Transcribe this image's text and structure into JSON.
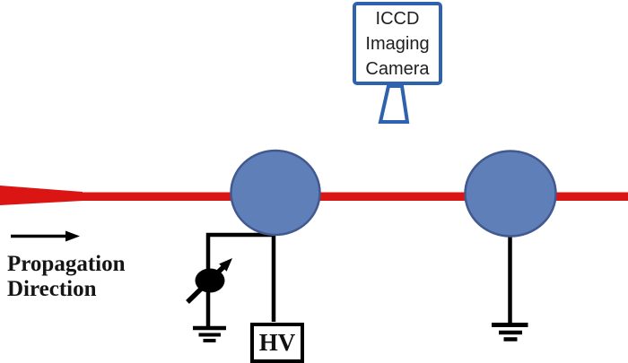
{
  "diagram": {
    "camera": {
      "label_line1": "ICCD",
      "label_line2": "Imaging",
      "label_line3": "Camera"
    },
    "hv": {
      "label": "HV"
    },
    "propagation": {
      "label_line1": "Propagation",
      "label_line2": "Direction"
    }
  },
  "icons": {
    "laser_beam": "red horizontal beam with tapered focus cone at left",
    "electrode_sphere": "blue filled circle on beam axis",
    "ground_symbol": "three stacked horizontal bars of decreasing width",
    "current_monitor": "filled black circle with diagonal arrow through it",
    "propagation_arrow": "right-pointing black arrow",
    "camera_lens": "blue outlined trapezoid below camera box"
  },
  "colors": {
    "beam_red": "#DB1414",
    "sphere_fill": "#5F7FB9",
    "sphere_stroke": "#41598F",
    "camera_blue": "#2E61AE",
    "wire_black": "#000000",
    "text_black": "#1F1F1F",
    "background": "#FFFFFF"
  }
}
